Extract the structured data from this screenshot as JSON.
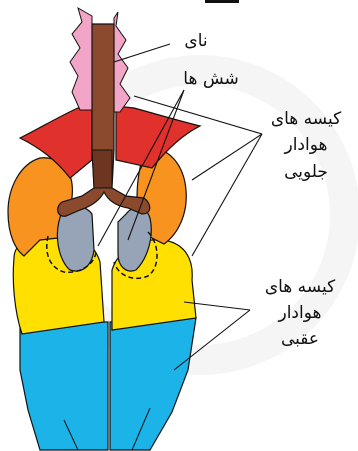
{
  "labels": {
    "trachea": "نای",
    "lungs": "شش ها",
    "anterior_sacs": [
      "کیسه های",
      "هوادار",
      "جلویی"
    ],
    "posterior_sacs": [
      "کیسه های",
      "هوادار",
      "عقبی"
    ]
  },
  "colors": {
    "trachea": "#8b4a2e",
    "neck": "#f3a5c8",
    "clavicular_sac": "#e0312d",
    "anterior_sac": "#f7931e",
    "lung": "#97a3b6",
    "posterior_thoracic_sac": "#ffe000",
    "abdominal_sac": "#1bb3e8"
  }
}
